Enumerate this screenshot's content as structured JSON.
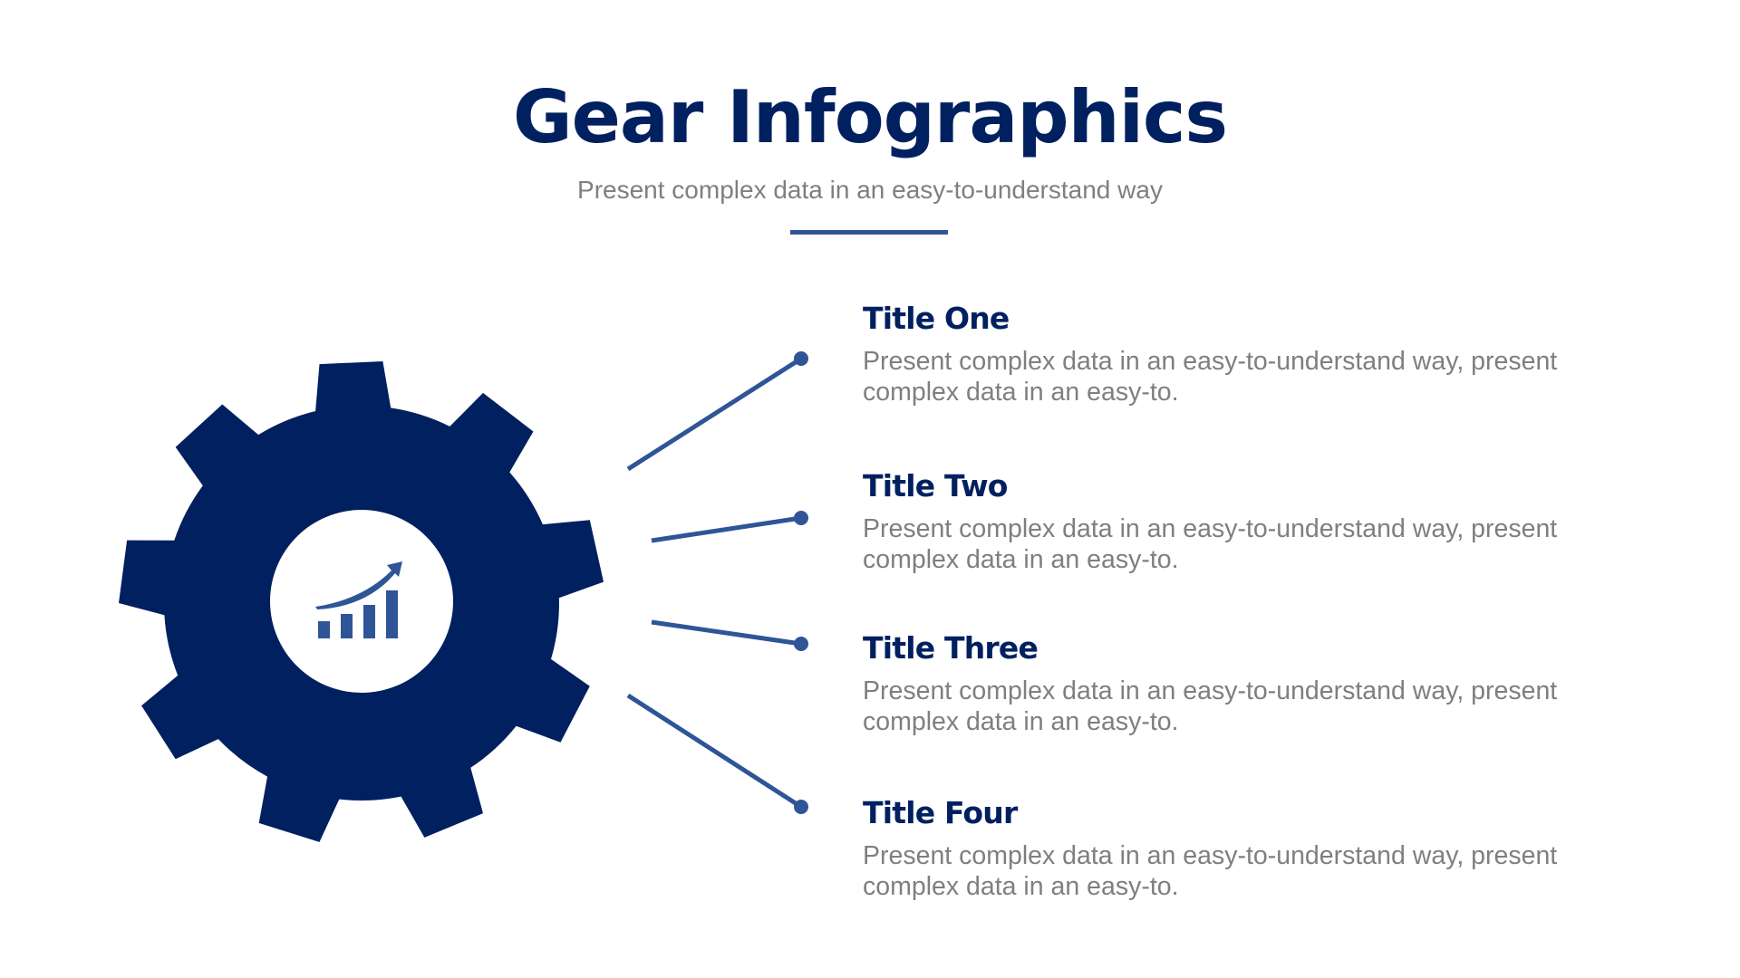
{
  "header": {
    "title": "Gear Infographics",
    "subtitle": "Present complex data in an easy-to-understand way"
  },
  "colors": {
    "navy": "#002060",
    "accent": "#2f5597",
    "body_text": "#7f7f7f",
    "background": "#ffffff"
  },
  "gear": {
    "icon": "growth-chart-icon",
    "teeth": 9
  },
  "items": [
    {
      "title": "Title One",
      "desc_lines": [
        "Present complex data in an easy-to-understand way, present",
        "complex data in an easy-to."
      ]
    },
    {
      "title": "Title Two",
      "desc_lines": [
        "Present complex data in an easy-to-understand way, present",
        "complex data in an easy-to."
      ]
    },
    {
      "title": "Title Three",
      "desc_lines": [
        "Present complex data in an easy-to-understand way, present",
        "complex data in an easy-to."
      ]
    },
    {
      "title": "Title Four",
      "desc_lines": [
        "Present complex data in an easy-to-understand way, present",
        "complex data in an easy-to."
      ]
    }
  ]
}
